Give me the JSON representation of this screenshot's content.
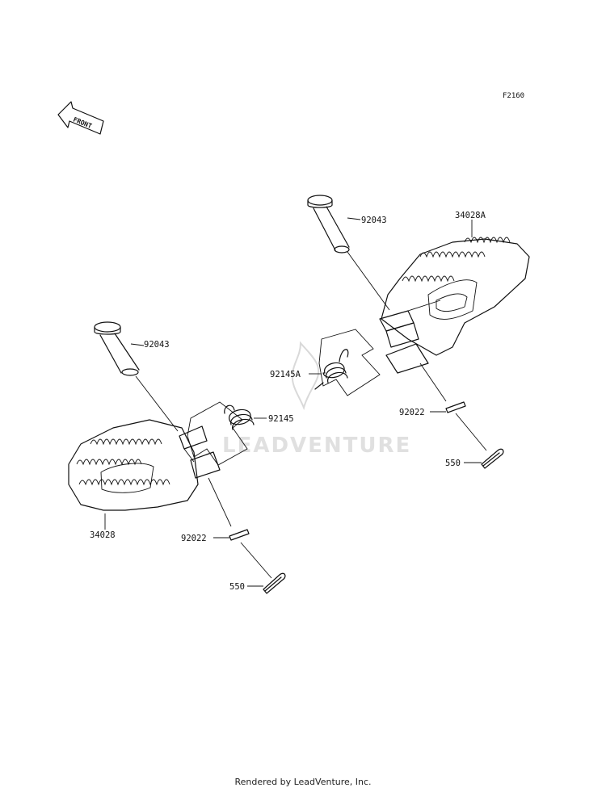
{
  "diagram_code": "F2160",
  "front_label": "FRONT",
  "watermark_text": "LEADVENTURE",
  "labels": {
    "pin_right": "92043",
    "footpeg_right": "34028A",
    "spring_right": "92145A",
    "washer_right": "92022",
    "cotter_right": "550",
    "pin_left": "92043",
    "spring_left": "92145",
    "footpeg_left": "34028",
    "washer_left": "92022",
    "cotter_left": "550"
  },
  "footer": "Rendered by LeadVenture, Inc."
}
